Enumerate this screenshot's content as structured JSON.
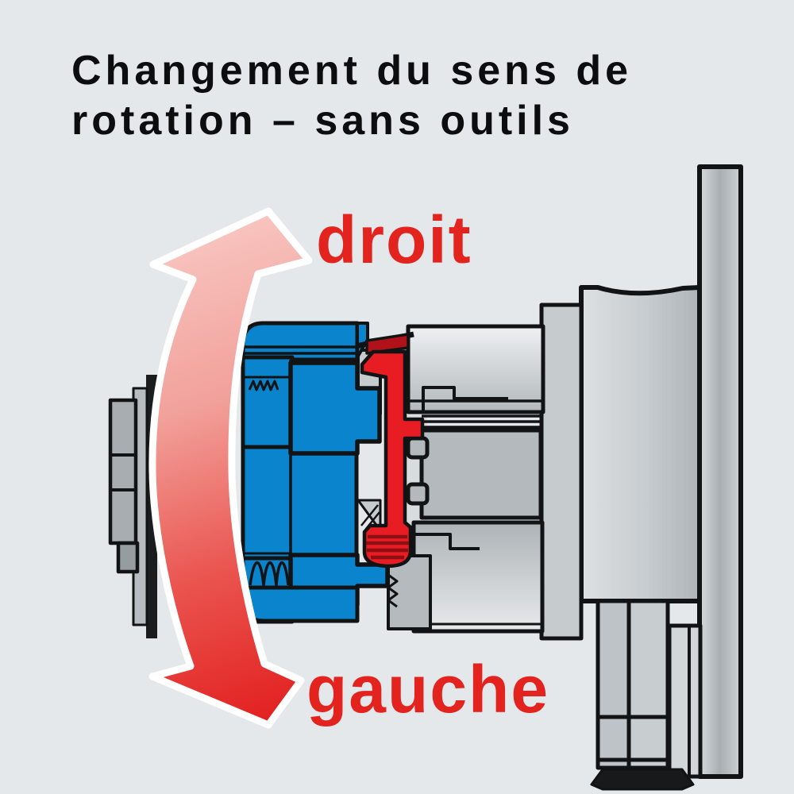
{
  "title": {
    "line1": "Changement du sens de",
    "line2": "rotation – sans outils"
  },
  "direction_labels": {
    "up": "droit",
    "down": "gauche"
  },
  "colors": {
    "background": "#e5e8ea",
    "title_text": "#0c0d0e",
    "label_red": "#e2231e",
    "arrow_red_dark": "#e2201f",
    "arrow_red_mid": "#ef8d88",
    "arrow_red_light": "#f8c6c1",
    "arrow_outline_white": "#ffffff",
    "part_blue": "#0a84cc",
    "part_red": "#e71d23",
    "part_red_dark": "#b1121a",
    "outline_black": "#121314",
    "gray_light": "#dfe2e4",
    "gray_mid": "#c3c9cc",
    "gray_dark": "#9aa1a5"
  }
}
